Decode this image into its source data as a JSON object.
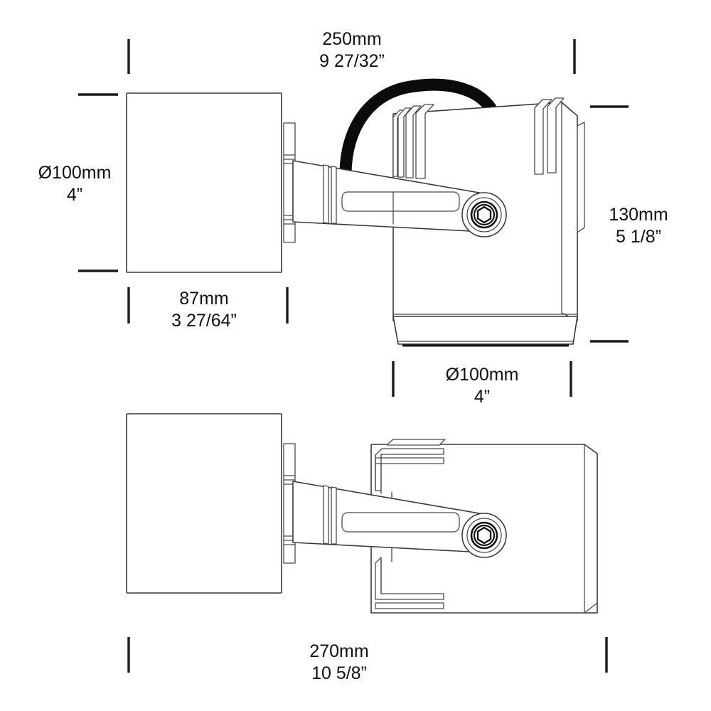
{
  "drawing": {
    "title": "Wall-mounted adjustable spotlight dimensional drawing",
    "line_color": "#3a3a3a",
    "cable_color": "#0b0b0b",
    "background": "#ffffff",
    "views": [
      {
        "name": "top-view",
        "description": "Top view of wall mount plate, adjustable arm, cable and cylindrical luminaire head"
      },
      {
        "name": "side-view",
        "description": "Side view of wall mount plate, adjustable arm and luminaire head"
      }
    ]
  },
  "dimensions": {
    "overall_depth_top": {
      "metric": "250mm",
      "imperial": "9 27/32”",
      "view": "top-view",
      "orientation": "horizontal"
    },
    "plate_width": {
      "metric": "Ø100mm",
      "imperial": "4”",
      "view": "top-view",
      "orientation": "vertical-left"
    },
    "plate_depth": {
      "metric": "87mm",
      "imperial": "3 27/64”",
      "view": "top-view",
      "orientation": "horizontal"
    },
    "head_height": {
      "metric": "130mm",
      "imperial": "5 1/8”",
      "view": "top-view",
      "orientation": "vertical-right"
    },
    "head_diameter": {
      "metric": "Ø100mm",
      "imperial": "4”",
      "view": "top-view",
      "orientation": "horizontal"
    },
    "overall_depth_side": {
      "metric": "270mm",
      "imperial": "10 5/8”",
      "view": "side-view",
      "orientation": "horizontal"
    }
  },
  "labels": {
    "d250": {
      "line1": "250mm",
      "line2": "9 27/32”"
    },
    "d100_left": {
      "line1": "Ø100mm",
      "line2": "4”"
    },
    "d87": {
      "line1": "87mm",
      "line2": "3 27/64”"
    },
    "d130": {
      "line1": "130mm",
      "line2": "5 1/8”"
    },
    "d100_bottom": {
      "line1": "Ø100mm",
      "line2": "4”"
    },
    "d270": {
      "line1": "270mm",
      "line2": "10 5/8”"
    }
  }
}
